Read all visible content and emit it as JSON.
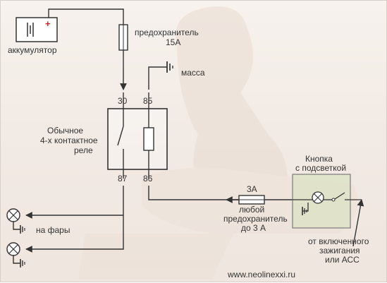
{
  "battery": {
    "label": "аккумулятор",
    "plus_sign": "+"
  },
  "fuse_main": {
    "label_line1": "предохранитель",
    "label_line2": "15А"
  },
  "ground": {
    "label": "масса"
  },
  "relay": {
    "label_line1": "Обычное",
    "label_line2": "4-х контактное",
    "label_line3": "реле",
    "pins": {
      "p30": "30",
      "p85": "85",
      "p87": "87",
      "p86": "86"
    }
  },
  "button": {
    "label_line1": "Кнопка",
    "label_line2": "с подсветкой"
  },
  "fuse_small": {
    "rating": "3А",
    "label_line1": "любой",
    "label_line2": "предохранитель",
    "label_line3": "до 3 А"
  },
  "headlights": {
    "label": "на фары"
  },
  "ignition": {
    "label_line1": "от включенного",
    "label_line2": "зажигания",
    "label_line3": "или АСС"
  },
  "website": {
    "url": "www.neolinexxi.ru"
  },
  "colors": {
    "wire": "#333333",
    "relay_border": "#333333",
    "button_fill": "#dde3c6",
    "button_border": "#7a7a7a",
    "plus": "#cc2222"
  }
}
